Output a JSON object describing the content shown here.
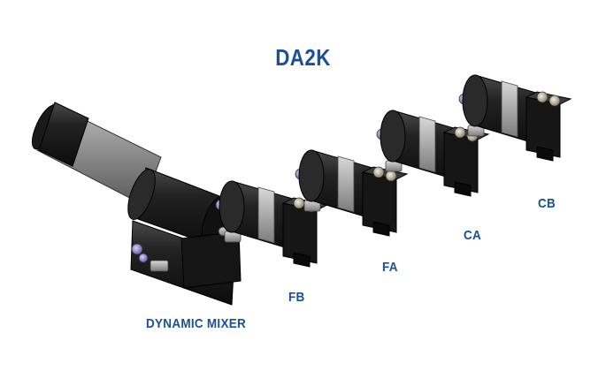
{
  "title": "DA2K",
  "labels": {
    "dynamic_mixer": "DYNAMIC MIXER",
    "fb": "FB",
    "fa": "FA",
    "ca": "CA",
    "cb": "CB"
  },
  "colors": {
    "label_blue": "#1a4f9c",
    "body_black": "#1c1c1c",
    "band_gray": "#9a9a9a",
    "mixer_gray": "#7a7a7a"
  }
}
